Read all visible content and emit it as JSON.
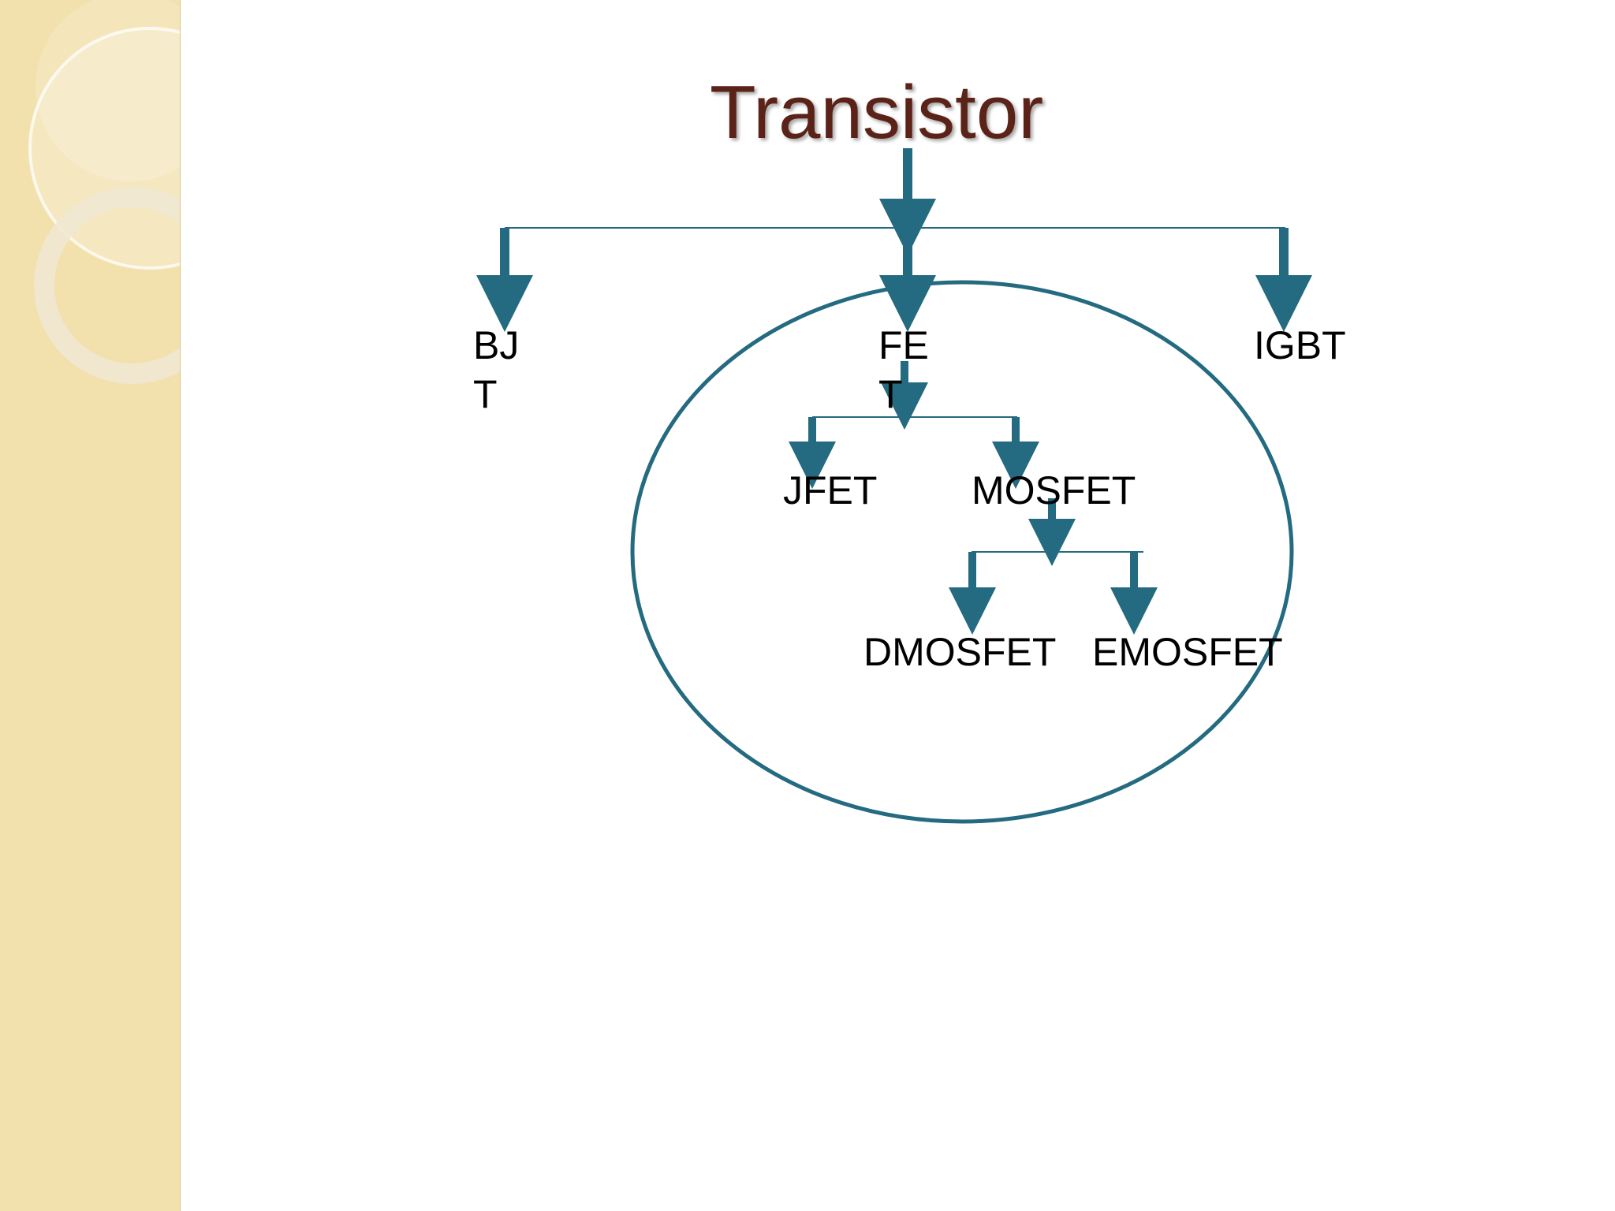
{
  "slide": {
    "title": "Transistor"
  },
  "diagram": {
    "root": "Transistor",
    "level1": [
      "BJT",
      "FET",
      "IGBT"
    ],
    "fet_children": [
      "JFET",
      "MOSFET"
    ],
    "mosfet_children": [
      "DMOSFET",
      "EMOSFET"
    ],
    "highlighted_group": "FET"
  },
  "labels": {
    "bjt": "BJT",
    "fet": "FET",
    "igbt": "IGBT",
    "jfet": "JFET",
    "mosfet": "MOSFET",
    "dmosfet": "DMOSFET",
    "emosfet": "EMOSFET"
  },
  "colors": {
    "title": "#5b2218",
    "connector": "#246a80",
    "ellipse": "#246a80",
    "sidebar": "#f2e0ad",
    "label_text": "#000000"
  }
}
